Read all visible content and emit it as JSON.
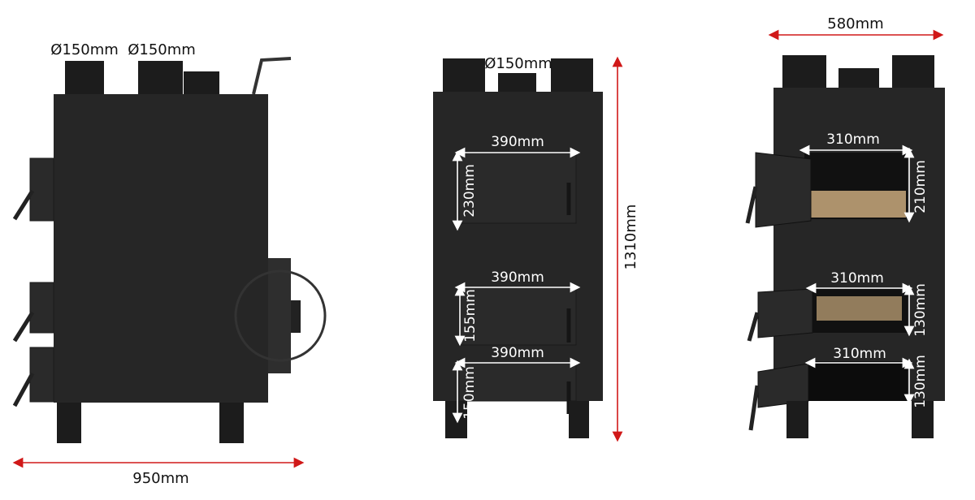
{
  "colors": {
    "dimension_line": "#d01818",
    "stove_body": "#262626",
    "background": "#ffffff"
  },
  "side_view": {
    "pipe_labels": [
      "Ø150mm",
      "Ø150mm"
    ],
    "width_label": "950mm"
  },
  "front_view": {
    "pipe_label": "Ø150mm",
    "height_label": "1310mm",
    "doors": [
      {
        "width": "390mm",
        "height": "230mm"
      },
      {
        "width": "390mm",
        "height": "155mm"
      },
      {
        "width": "390mm",
        "height": "150mm"
      }
    ]
  },
  "open_view": {
    "width_label": "580mm",
    "openings": [
      {
        "width": "310mm",
        "height": "210mm"
      },
      {
        "width": "310mm",
        "height": "130mm"
      },
      {
        "width": "310mm",
        "height": "130mm"
      }
    ]
  }
}
